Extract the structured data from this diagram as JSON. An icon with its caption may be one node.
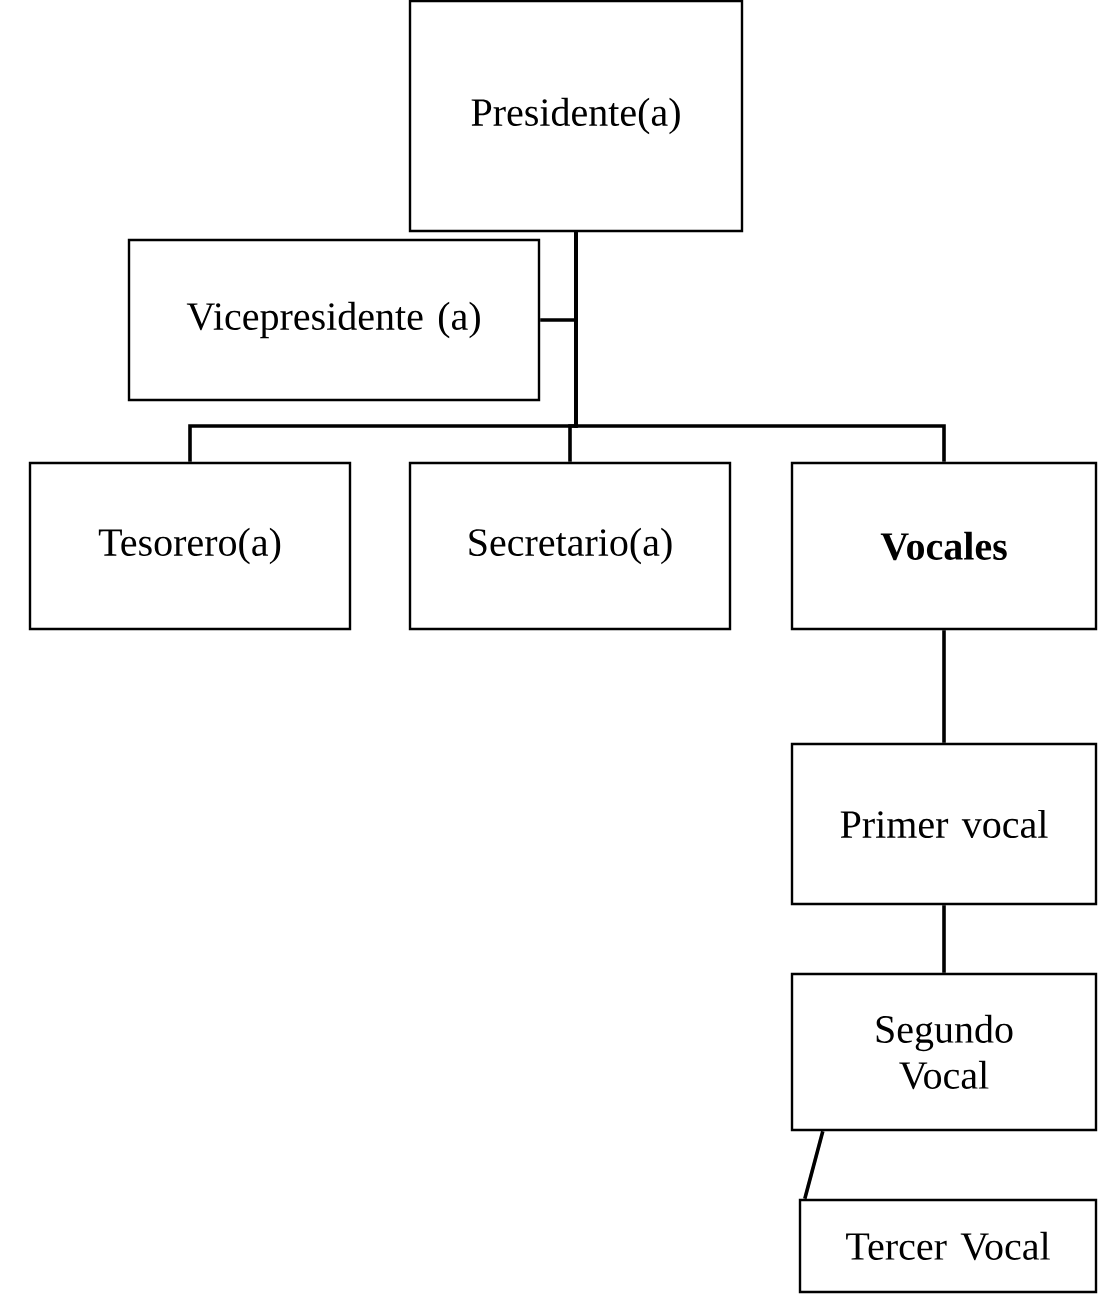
{
  "diagram": {
    "nodes": [
      {
        "text": [
          "Presidente(a)"
        ]
      },
      {
        "text": [
          "Vicepresidente (a)"
        ]
      },
      {
        "text": [
          "Tesorero(a)"
        ]
      },
      {
        "text": [
          "Secretario(a)"
        ]
      },
      {
        "text": [
          "Vocales"
        ]
      },
      {
        "text": [
          "Primer vocal"
        ]
      },
      {
        "text": [
          "Segundo Vocal"
        ]
      },
      {
        "text": [
          "Tercer Vocal"
        ]
      }
    ],
    "edges": [
      {
        "from": 0,
        "to": 1,
        "arrow": "none"
      },
      {
        "from": 0,
        "to": 2,
        "arrow": "none"
      },
      {
        "from": 0,
        "to": 3,
        "arrow": "none"
      },
      {
        "from": 0,
        "to": 4,
        "arrow": "none"
      },
      {
        "from": 4,
        "to": 5,
        "arrow": "none"
      },
      {
        "from": 5,
        "to": 6,
        "arrow": "none"
      },
      {
        "from": 6,
        "to": 7,
        "arrow": "none"
      }
    ]
  }
}
